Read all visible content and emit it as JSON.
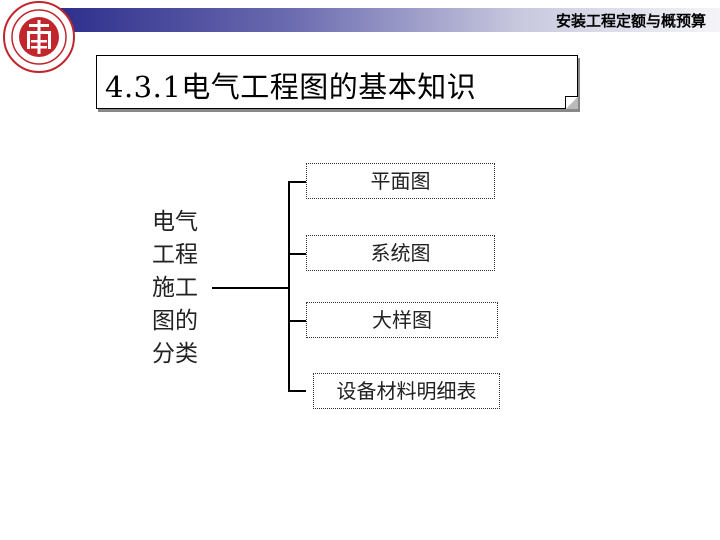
{
  "header": {
    "course_title": "安装工程定额与概预算"
  },
  "slide": {
    "title": "4.3.1电气工程图的基本知识",
    "category_label_lines": [
      "电气",
      "工程",
      "施工",
      "图的",
      "分类"
    ],
    "categories": [
      "平面图",
      "系统图",
      "大样图",
      "设备材料明细表"
    ]
  },
  "colors": {
    "band_dark": "#2e2f8c",
    "logo_red": "#c0262c"
  },
  "icons": {
    "logo": "university-seal-logo"
  }
}
